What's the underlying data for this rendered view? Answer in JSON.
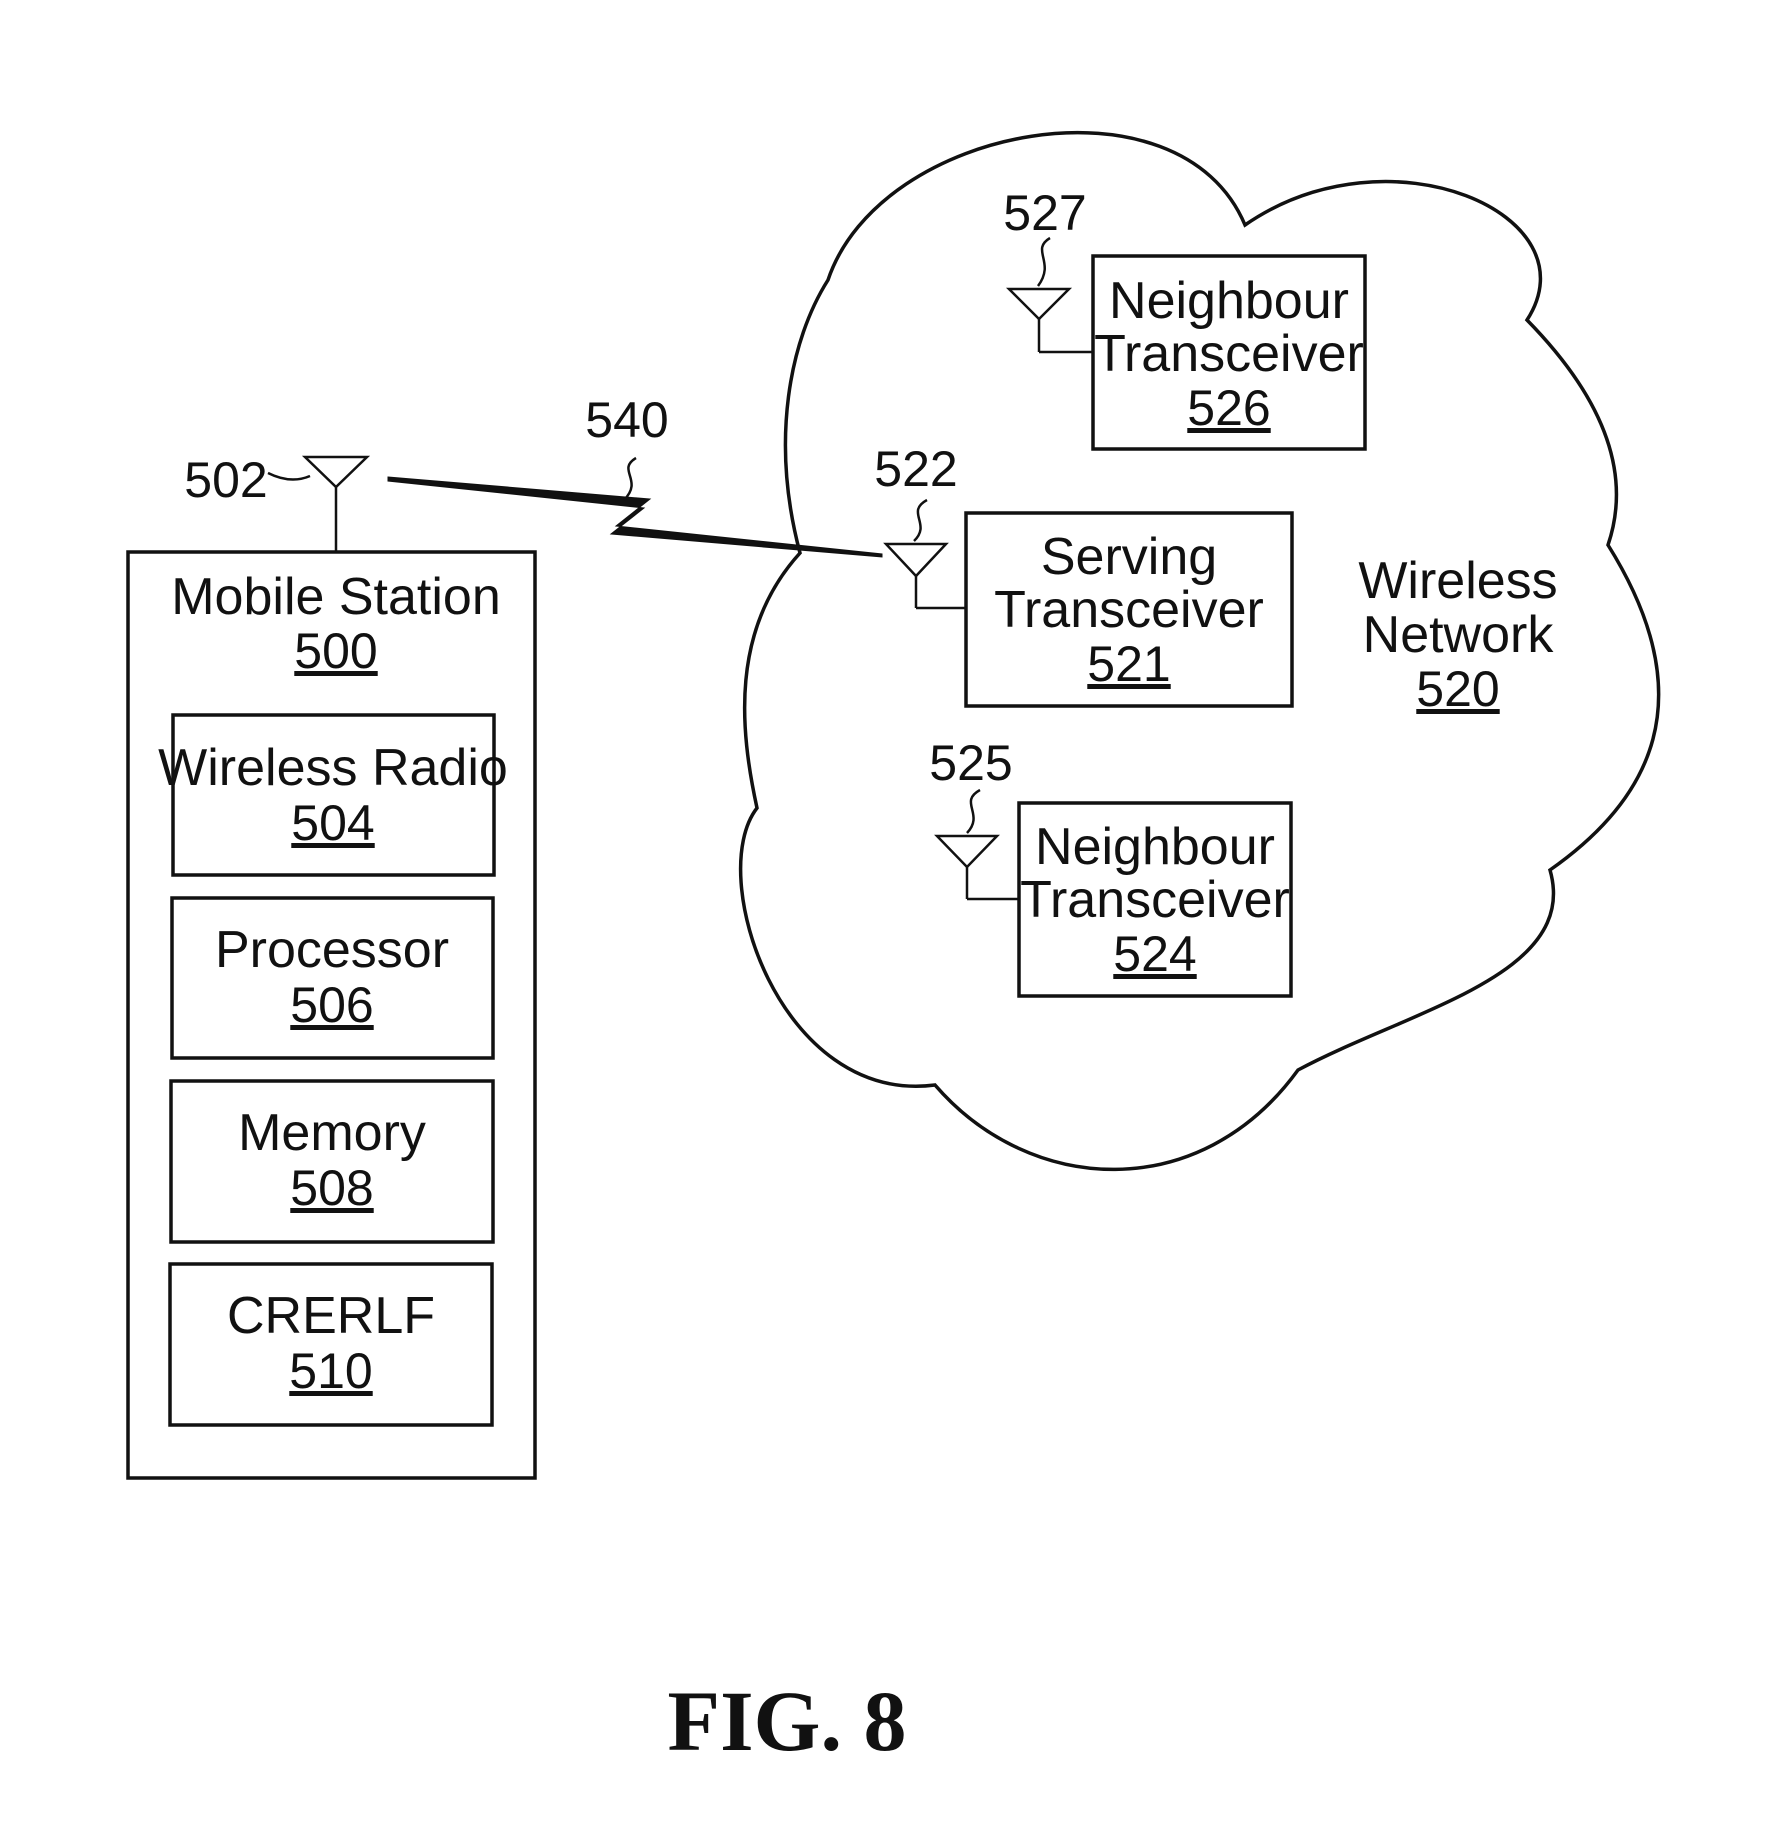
{
  "figure_label": "FIG. 8",
  "mobile_station": {
    "name": "Mobile Station",
    "ref": "500",
    "antenna_ref": "502",
    "components": [
      {
        "name": "Wireless Radio",
        "ref": "504"
      },
      {
        "name": "Processor",
        "ref": "506"
      },
      {
        "name": "Memory",
        "ref": "508"
      },
      {
        "name": "CRERLF",
        "ref": "510"
      }
    ]
  },
  "wireless_link": {
    "ref": "540"
  },
  "wireless_network": {
    "name_line1": "Wireless",
    "name_line2": "Network",
    "ref": "520",
    "transceivers": [
      {
        "line1": "Neighbour",
        "line2": "Transceiver",
        "ref": "526",
        "antenna_ref": "527"
      },
      {
        "line1": "Serving",
        "line2": "Transceiver",
        "ref": "521",
        "antenna_ref": "522"
      },
      {
        "line1": "Neighbour",
        "line2": "Transceiver",
        "ref": "524",
        "antenna_ref": "525"
      }
    ]
  }
}
